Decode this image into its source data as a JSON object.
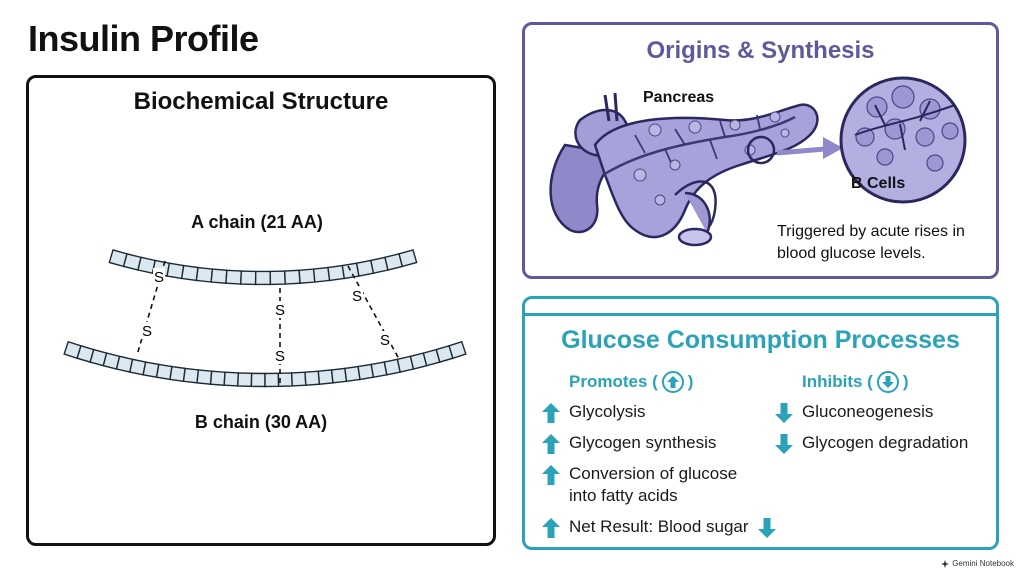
{
  "page": {
    "title": "Insulin Profile"
  },
  "structure": {
    "title": "Biochemical Structure",
    "a_chain_label": "A chain (21 AA)",
    "b_chain_label": "B chain (30 AA)",
    "a_chain_residues": 21,
    "b_chain_residues": 30,
    "disulfide_letter": "S"
  },
  "origins": {
    "title": "Origins & Synthesis",
    "organ_label": "Pancreas",
    "cell_label": "B Cells",
    "trigger_text": "Triggered by acute rises in blood glucose levels."
  },
  "glucose": {
    "title": "Glucose Consumption Processes",
    "promotes_label": "Promotes (",
    "promotes_close": ")",
    "inhibits_label": "Inhibits (",
    "inhibits_close": ")",
    "promotes": [
      {
        "text": "Glycolysis",
        "icon": "up-arrow-icon"
      },
      {
        "text": "Glycogen synthesis",
        "icon": "up-arrow-icon"
      },
      {
        "text": "Conversion of glucose into fatty acids",
        "icon": "up-arrow-icon"
      }
    ],
    "inhibits": [
      {
        "text": "Gluconeogenesis",
        "icon": "down-arrow-icon"
      },
      {
        "text": "Glycogen degradation",
        "icon": "down-arrow-icon"
      }
    ],
    "net_result": "Net Result: Blood sugar",
    "net_result_icon": "down-arrow-icon"
  },
  "footer": {
    "brand": "Gemini Notebook"
  },
  "colors": {
    "structure_border": "#111111",
    "origins_accent": "#5d5a9c",
    "glucose_accent": "#2aa3b8",
    "chain_fill": "#dce8f0"
  }
}
